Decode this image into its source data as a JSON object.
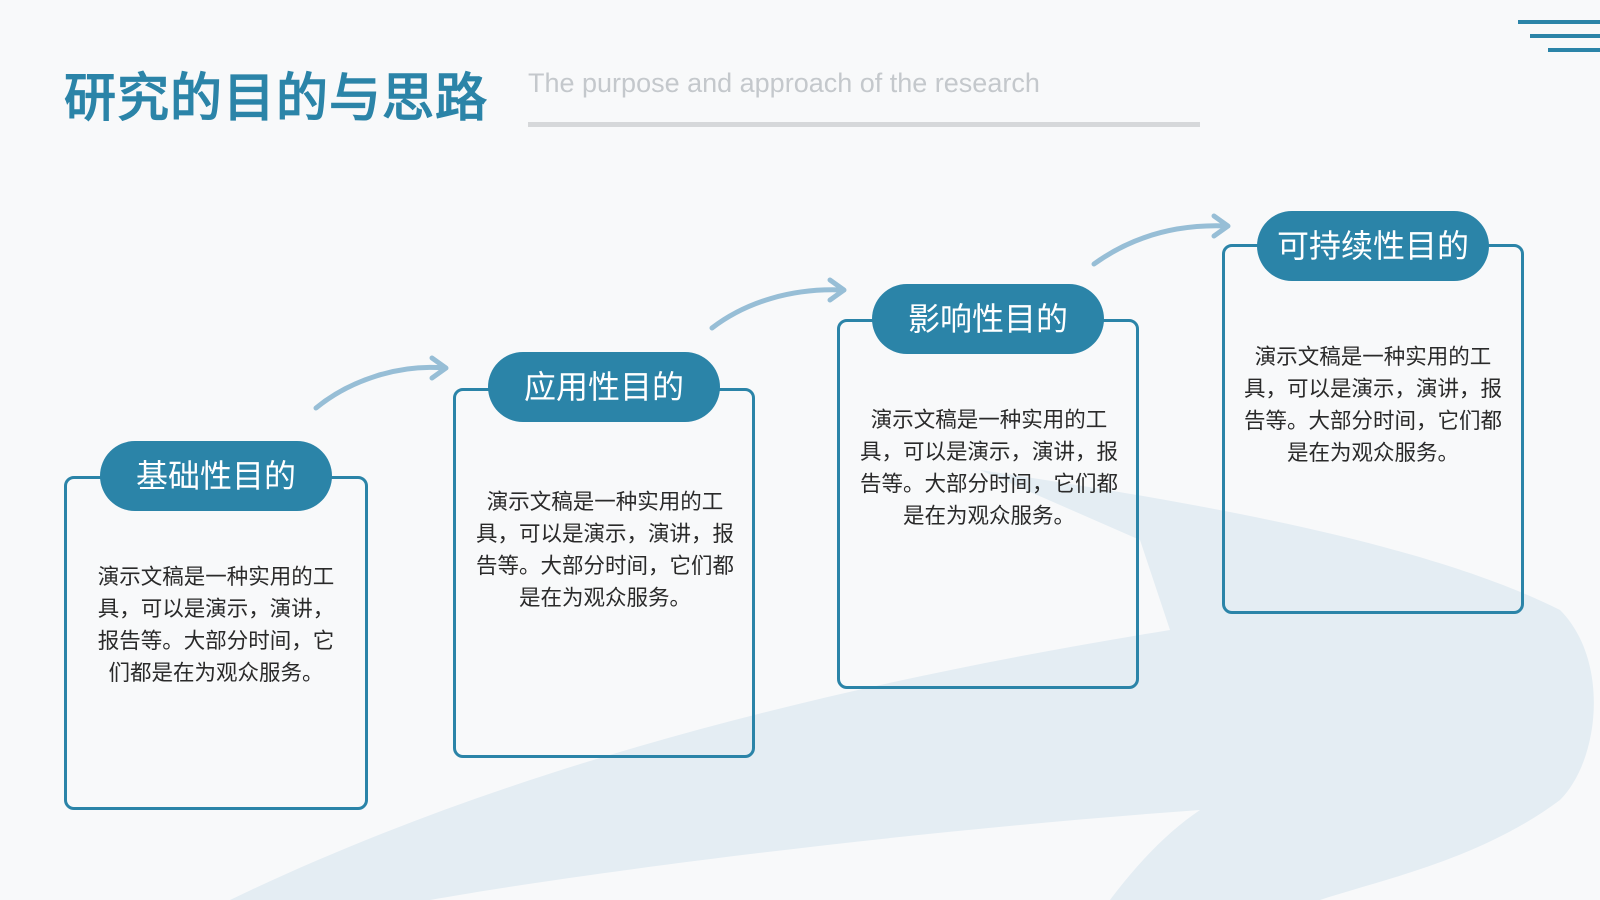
{
  "header": {
    "title": "研究的目的与思路",
    "subtitle": "The purpose and approach of the research"
  },
  "colors": {
    "accent": "#2b84a8",
    "arrow": "#97bed6",
    "background_shape": "#e4edf3",
    "text": "#2a2a2a"
  },
  "cards": [
    {
      "label": "基础性目的",
      "text": "演示文稿是一种实用的工具，可以是演示，演讲，报告等。大部分时间，它们都是在为观众服务。"
    },
    {
      "label": "应用性目的",
      "text": "演示文稿是一种实用的工具，可以是演示，演讲，报告等。大部分时间，它们都是在为观众服务。"
    },
    {
      "label": "影响性目的",
      "text": "演示文稿是一种实用的工具，可以是演示，演讲，报告等。大部分时间，它们都是在为观众服务。"
    },
    {
      "label": "可持续性目的",
      "text": "演示文稿是一种实用的工具，可以是演示，演讲，报告等。大部分时间，它们都是在为观众服务。"
    }
  ]
}
